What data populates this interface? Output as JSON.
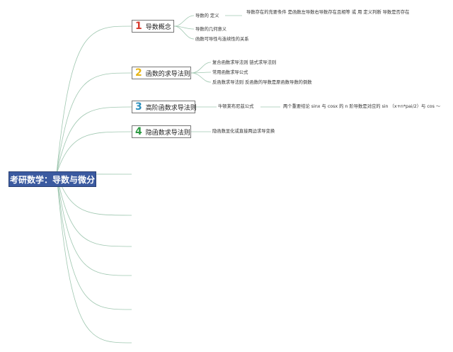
{
  "root": {
    "label": "考研数学：导数与微分"
  },
  "colors": {
    "root_bg": "#3b5aa0",
    "branch_1": "#d63a2e",
    "branch_2": "#e6b415",
    "branch_3": "#2a8fbd",
    "branch_4": "#2e9a44",
    "connector": "#9fc7b0"
  },
  "branches": [
    {
      "num": "1",
      "label": "导数概念",
      "items": [
        {
          "label": "导数的 定义",
          "detail": "导数存在的充要条件 是函数左导数右导数存在且相等 或 用 定义判断 导数是否存在"
        },
        {
          "label": "导数的几何意义"
        },
        {
          "label": "函数可导性与连续性的关系"
        }
      ]
    },
    {
      "num": "2",
      "label": "函数的求导法则",
      "items": [
        {
          "label": "复合函数求导法则 链式求导法则"
        },
        {
          "label": "常用函数求导公式"
        },
        {
          "label": "反函数求导法则 反函数的导数是原函数导数的倒数"
        }
      ]
    },
    {
      "num": "3",
      "label": "高阶函数求导法则",
      "items": [
        {
          "label": "牛顿莱布尼兹公式",
          "detail": "两个重要结论 sinx 与 cosx 的 n 阶导数是对应的 sin （x+n*pai/2）与 cos ～"
        }
      ]
    },
    {
      "num": "4",
      "label": "隐函数求导法则",
      "items": [
        {
          "label": "隐函数显化或直接两边求导变换"
        }
      ]
    }
  ]
}
